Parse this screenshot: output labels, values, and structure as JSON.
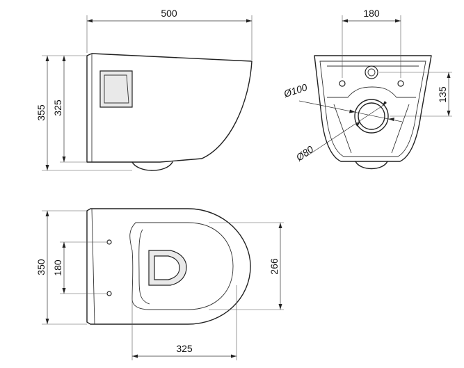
{
  "views": {
    "side": {
      "width_label": "500",
      "height_total_label": "355",
      "height_body_label": "325"
    },
    "back": {
      "width_label": "180",
      "height_label": "135",
      "diameter_outer_label": "Ø100",
      "diameter_inner_label": "Ø80"
    },
    "top": {
      "width_label": "350",
      "inner_label": "180",
      "length_label": "325",
      "bowl_width_label": "266"
    }
  },
  "colors": {
    "line": "#222222",
    "fill": "#e9e9e9",
    "background": "#ffffff"
  }
}
